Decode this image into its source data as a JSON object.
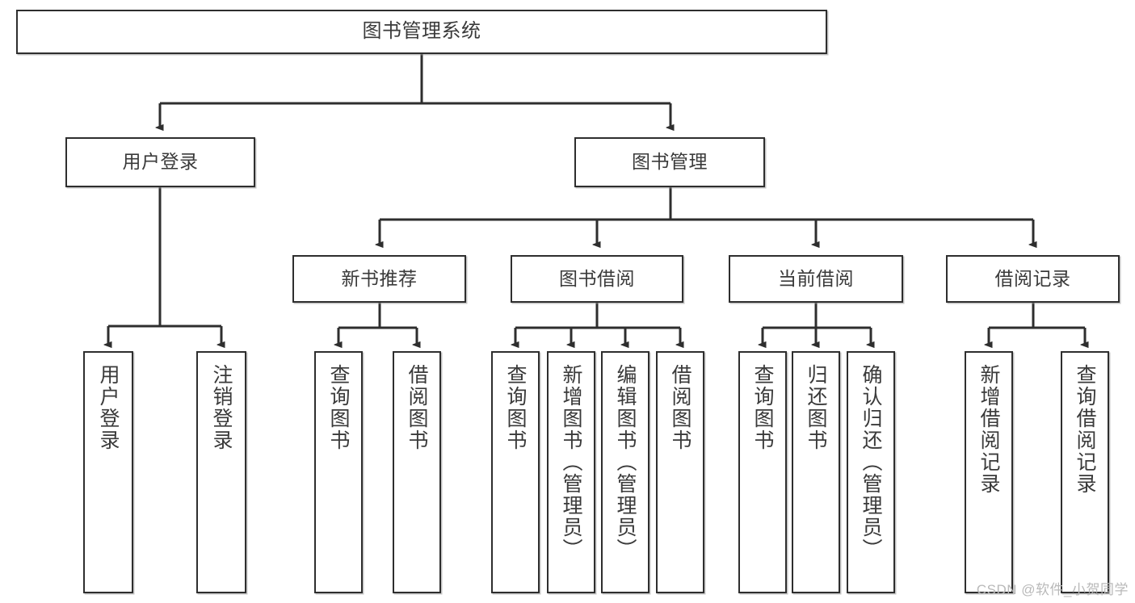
{
  "diagram": {
    "title": "图书管理系统",
    "type": "hierarchy-tree",
    "watermark": "CSDN @软件_小贺同学",
    "colors": {
      "box_border": "#2e2e2e",
      "box_fill": "#ffffff",
      "text": "#3a3a3a",
      "edge": "#2e2e2e",
      "watermark": "#b9b9b9",
      "background": "#ffffff"
    },
    "levels": {
      "level1": {
        "label": "图书管理系统"
      },
      "level2": [
        {
          "label": "用户登录"
        },
        {
          "label": "图书管理"
        }
      ],
      "level3": [
        {
          "label": "新书推荐"
        },
        {
          "label": "图书借阅"
        },
        {
          "label": "当前借阅"
        },
        {
          "label": "借阅记录"
        }
      ],
      "level4": {
        "user_login": [
          {
            "label": "用户登录"
          },
          {
            "label": "注销登录"
          }
        ],
        "new_book_recommend": [
          {
            "label": "查询图书"
          },
          {
            "label": "借阅图书"
          }
        ],
        "book_borrow": [
          {
            "label": "查询图书"
          },
          {
            "label": "新增图书（管理员）"
          },
          {
            "label": "编辑图书（管理员）"
          },
          {
            "label": "借阅图书"
          }
        ],
        "current_borrow": [
          {
            "label": "查询图书"
          },
          {
            "label": "归还图书"
          },
          {
            "label": "确认归还（管理员）"
          }
        ],
        "borrow_record": [
          {
            "label": "新增借阅记录"
          },
          {
            "label": "查询借阅记录"
          }
        ]
      }
    }
  }
}
